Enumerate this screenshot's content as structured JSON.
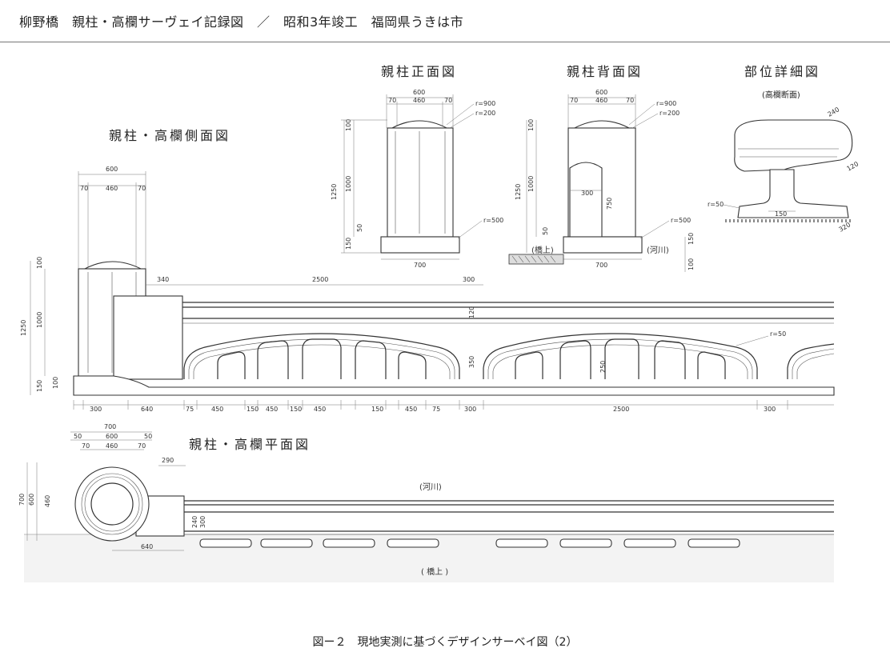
{
  "header": {
    "title": "柳野橋　親柱・高欄サーヴェイ記録図　／　昭和3年竣工　福岡県うきは市"
  },
  "views": {
    "front": "親柱正面図",
    "back": "親柱背面図",
    "detail": "部位詳細図",
    "detail_sub": "(高欄断面)",
    "side": "親柱・高欄側面図",
    "plan": "親柱・高欄平面図"
  },
  "labels": {
    "river": "(河川)",
    "bridge_top": "( 橋上 )",
    "back_bridge": "(橋上)",
    "back_river": "(河川)"
  },
  "dims": {
    "w600": "600",
    "w70": "70",
    "w460": "460",
    "w700": "700",
    "h1250": "1250",
    "h1000": "1000",
    "h100": "100",
    "h150": "150",
    "h50": "50",
    "r500": "r=500",
    "r200": "r=200",
    "r900": "r=900",
    "r50": "r=50",
    "d300": "300",
    "d750": "750",
    "d340": "340",
    "d2500": "2500",
    "d640": "640",
    "d450": "450",
    "d150": "150",
    "d75": "75",
    "d290": "290",
    "d240": "240",
    "d320": "320",
    "d120": "120",
    "d250": "250"
  },
  "caption": "図ー２　現地実測に基づくデザインサーベイ図（2）"
}
